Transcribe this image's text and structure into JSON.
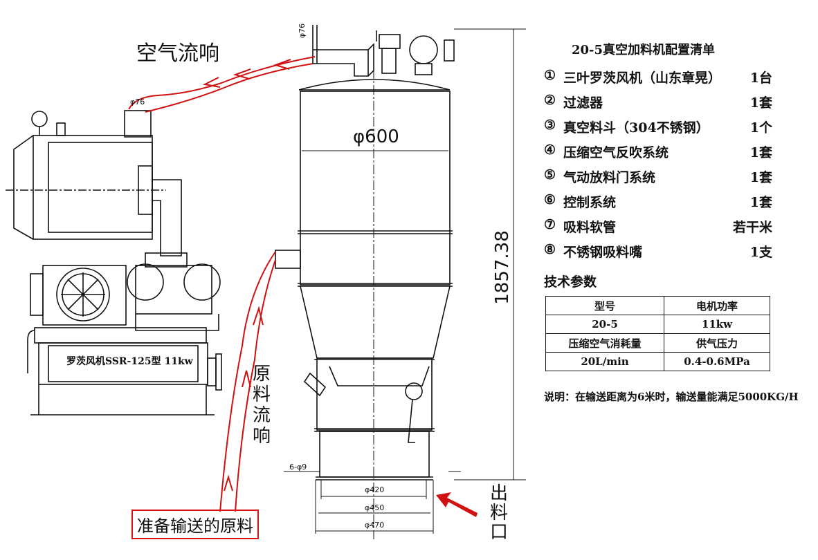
{
  "annotations": {
    "air_flow": "空气流响",
    "raw_flow": "原料流响",
    "outlet": "出料口",
    "prepare_material": "准备输送的原料"
  },
  "dimensions": {
    "pipe_top": "φ76",
    "pipe_blower": "φ76",
    "hopper_dia": "φ600",
    "height": "1857.38",
    "base_420": "φ420",
    "base_450": "φ450",
    "base_470": "φ470",
    "bolt_holes": "6-φ9"
  },
  "blower_label": "罗茨风机SSR-125型 11kw",
  "config": {
    "title": "20-5真空加料机配置清单",
    "items": [
      {
        "num": "①",
        "name": "三叶罗茨风机（山东章晃）",
        "qty": "1台"
      },
      {
        "num": "②",
        "name": "过滤器",
        "qty": "1套"
      },
      {
        "num": "③",
        "name": "真空料斗（304不锈钢）",
        "qty": "1个"
      },
      {
        "num": "④",
        "name": "压缩空气反吹系统",
        "qty": "1套"
      },
      {
        "num": "⑤",
        "name": "气动放料门系统",
        "qty": "1套"
      },
      {
        "num": "⑥",
        "name": "控制系统",
        "qty": "1套"
      },
      {
        "num": "⑦",
        "name": "吸料软管",
        "qty": "若干米"
      },
      {
        "num": "⑧",
        "name": "不锈钢吸料嘴",
        "qty": "1支"
      }
    ]
  },
  "tech": {
    "title": "技术参数",
    "rows": [
      [
        "型号",
        "电机功率"
      ],
      [
        "20-5",
        "11kw"
      ],
      [
        "压缩空气消耗量",
        "供气压力"
      ],
      [
        "20L/min",
        "0.4-0.6MPa"
      ]
    ]
  },
  "note": "说明：在输送距离为6米时，输送量能满足5000KG/H",
  "colors": {
    "annotation_red": "#d11111",
    "line": "#111111"
  }
}
